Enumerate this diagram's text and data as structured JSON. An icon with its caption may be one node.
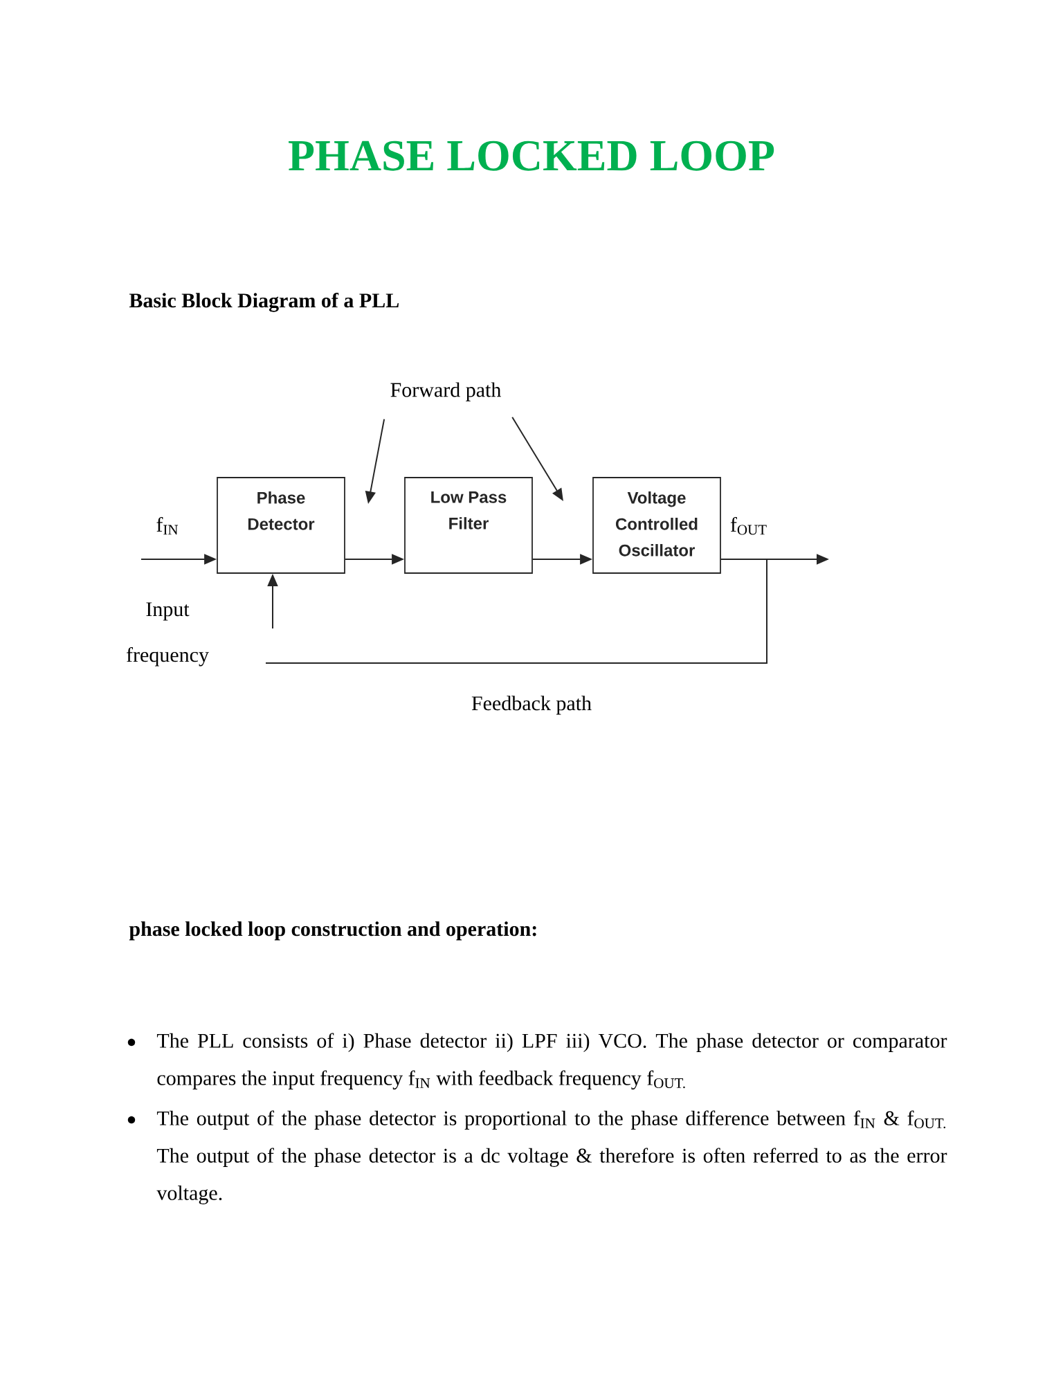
{
  "diagram": {
    "title": "PHASE LOCKED LOOP",
    "nodes": [
      {
        "text": [
          "Phase Detector"
        ]
      },
      {
        "text": [
          "Low Pass Filter"
        ]
      },
      {
        "text": [
          "Voltage Controlled Oscillator"
        ]
      },
      {
        "text": [
          "Forward path"
        ]
      }
    ],
    "edges": [
      {
        "from": null,
        "to": 0,
        "arrow": "to",
        "label": "f$_{IN}$"
      },
      {
        "from": 0,
        "to": 1,
        "arrow": "to"
      },
      {
        "from": 1,
        "to": 2,
        "arrow": "to"
      },
      {
        "from": 2,
        "to": null,
        "arrow": "to",
        "label": "f$_{OUT}$"
      },
      {
        "from": 2,
        "to": null,
        "arrow": "none",
        "label": "Feedback path"
      },
      {
        "from": null,
        "to": 0,
        "arrow": "to"
      },
      {
        "from": 3,
        "to": null,
        "arrow": "to"
      },
      {
        "from": 3,
        "to": null,
        "arrow": "to"
      }
    ],
    "labels": [
      "Basic Block Diagram of a PLL",
      "Input frequency",
      "phase locked loop construction and operation:",
      "The PLL consists of i) Phase detector ii) LPF iii) VCO. The phase detector or comparator compares the input frequency f$_{IN}$ with feedback frequency f$_{OUT.}$",
      "The output of the phase detector is proportional to the phase difference between f$_{IN}$ & f$_{OUT.}$ The output of the phase detector is a dc voltage & therefore is often referred to as the error voltage."
    ]
  }
}
